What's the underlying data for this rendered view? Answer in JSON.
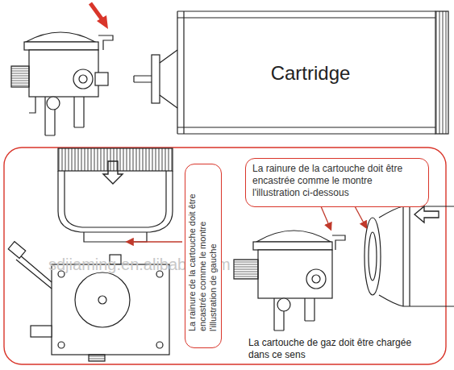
{
  "diagram": {
    "nodes": [
      {
        "text": [
          "Cartridge"
        ]
      },
      {
        "text": [
          "La rainure de la cartouche doit être encastrée comme le montre l'illustration de gauche"
        ]
      },
      {
        "text": [
          "La rainure de la cartouche doit être encastrée comme le montre l'illustration ci-dessous"
        ]
      }
    ],
    "labels": [
      "La cartouche de gaz doit être chargée dans ce sens",
      "sdjiaming.en.alibaba.com"
    ]
  }
}
